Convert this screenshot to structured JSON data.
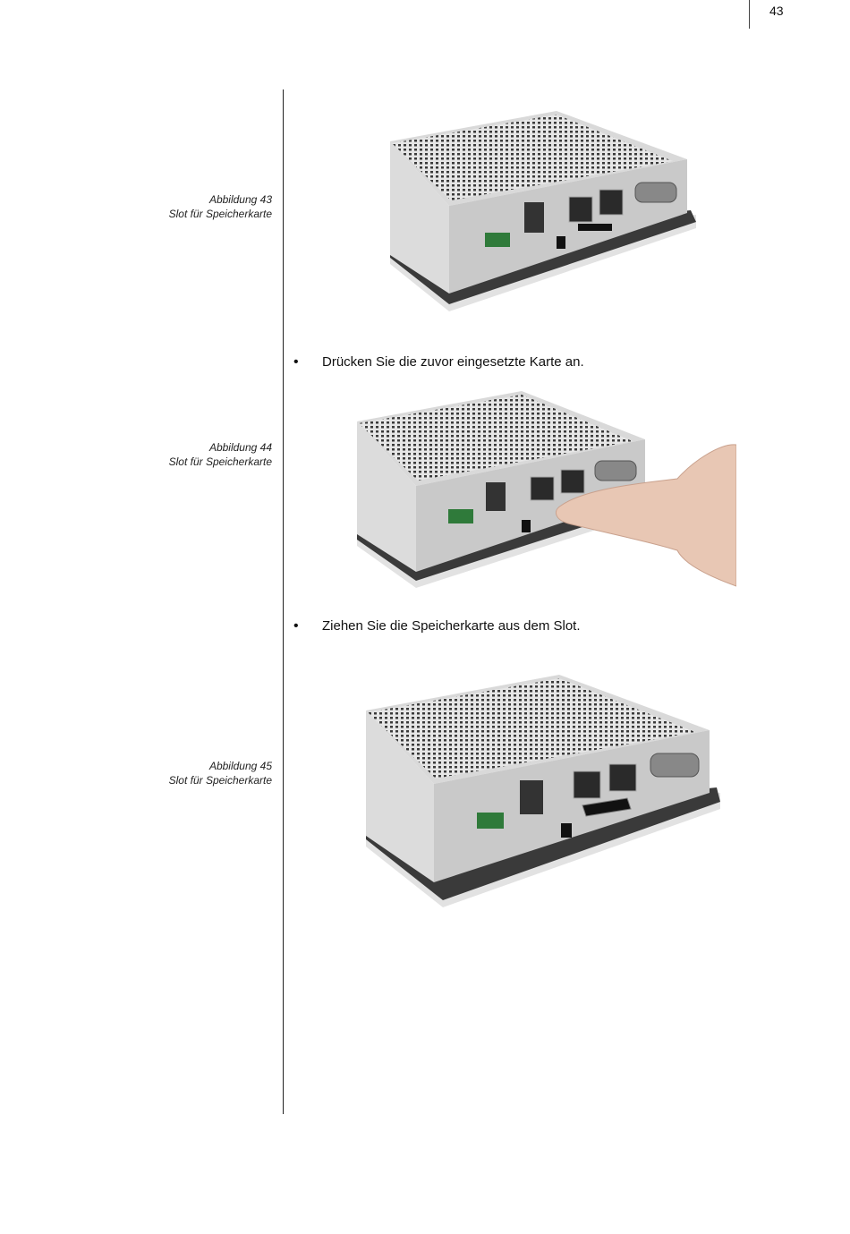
{
  "page": {
    "number": "43"
  },
  "figures": [
    {
      "caption_line1": "Abbildung 43",
      "caption_line2": "Slot für Speicherkarte"
    },
    {
      "caption_line1": "Abbildung 44",
      "caption_line2": "Slot für Speicherkarte"
    },
    {
      "caption_line1": "Abbildung 45",
      "caption_line2": "Slot für Speicherkarte"
    }
  ],
  "steps": [
    {
      "bullet": "•",
      "text": "Drücken Sie die zuvor eingesetzte Karte an."
    },
    {
      "bullet": "•",
      "text": "Ziehen Sie die Speicherkarte aus dem Slot."
    }
  ]
}
